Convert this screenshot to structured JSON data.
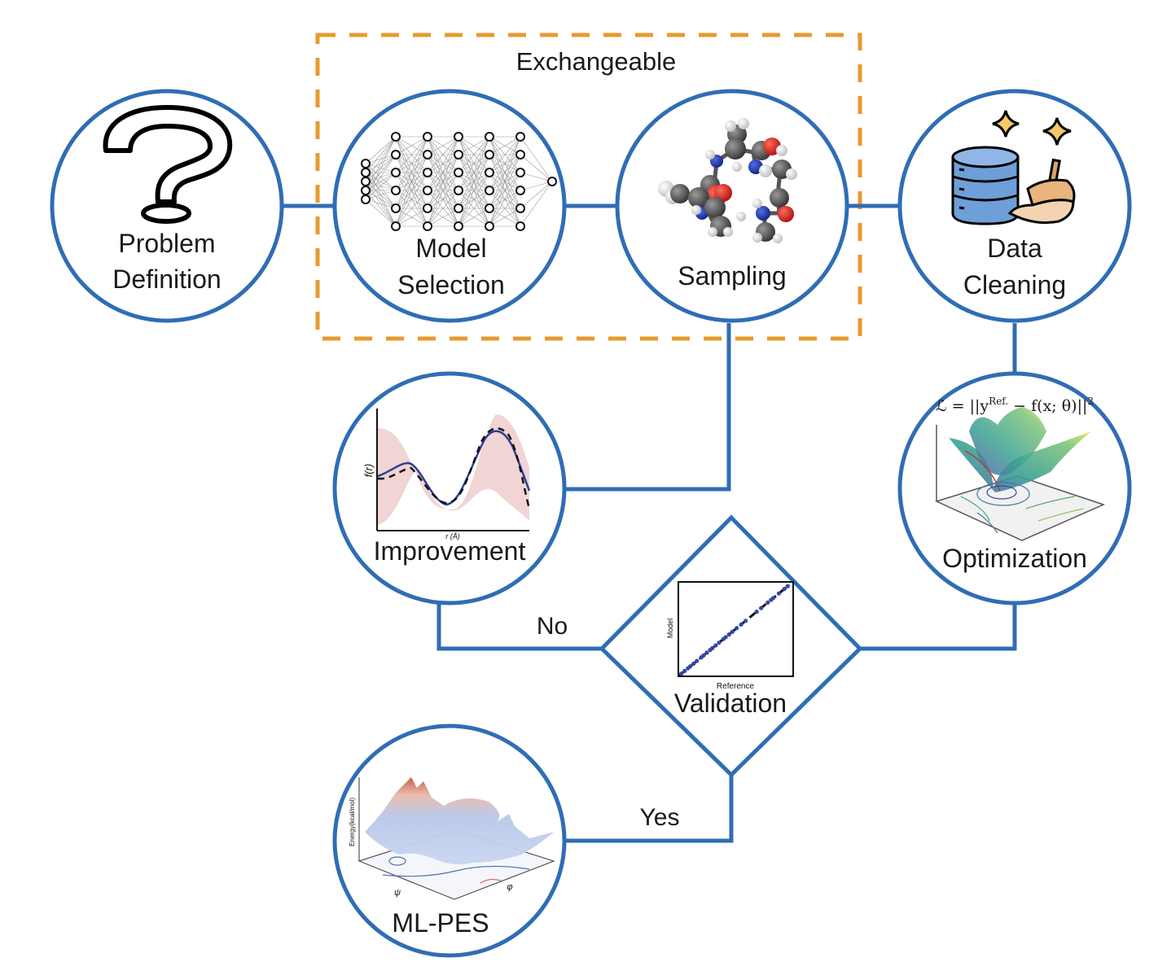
{
  "colors": {
    "node_stroke": "#2f6db5",
    "group_stroke": "#e89a2d",
    "text": "#1a1a1a"
  },
  "group": {
    "label": "Exchangeable",
    "members": [
      "Model Selection",
      "Sampling"
    ]
  },
  "nodes": {
    "problem": {
      "line1": "Problem",
      "line2": "Definition",
      "icon": "question-mark-icon"
    },
    "model": {
      "line1": "Model",
      "line2": "Selection",
      "icon": "neural-network-icon"
    },
    "sampling": {
      "label": "Sampling",
      "icon": "molecule-icon"
    },
    "cleaning": {
      "line1": "Data",
      "line2": "Cleaning",
      "icon": "database-broom-icon"
    },
    "optimization": {
      "label": "Optimization",
      "formula": "𝓛 = ||y^Ref. − f(x;θ)||²",
      "formula_lhs": "ℒ = ||y",
      "formula_sup": "Ref.",
      "formula_rhs": " − f(x; θ)||",
      "formula_pow": "2",
      "icon": "loss-surface-icon"
    },
    "improvement": {
      "label": "Improvement",
      "icon": "gp-regression-plot-icon",
      "ylabel": "f(r)",
      "xlabel": "r (Å)"
    },
    "validation": {
      "label": "Validation",
      "icon": "parity-plot-icon",
      "ylabel": "Model",
      "xlabel": "Reference"
    },
    "mlpes": {
      "label": "ML-PES",
      "icon": "energy-surface-icon",
      "zlabel": "Energy(kcal/mol)",
      "xlabel": "ψ",
      "ylabel": "φ"
    }
  },
  "edges": {
    "no_label": "No",
    "yes_label": "Yes"
  }
}
